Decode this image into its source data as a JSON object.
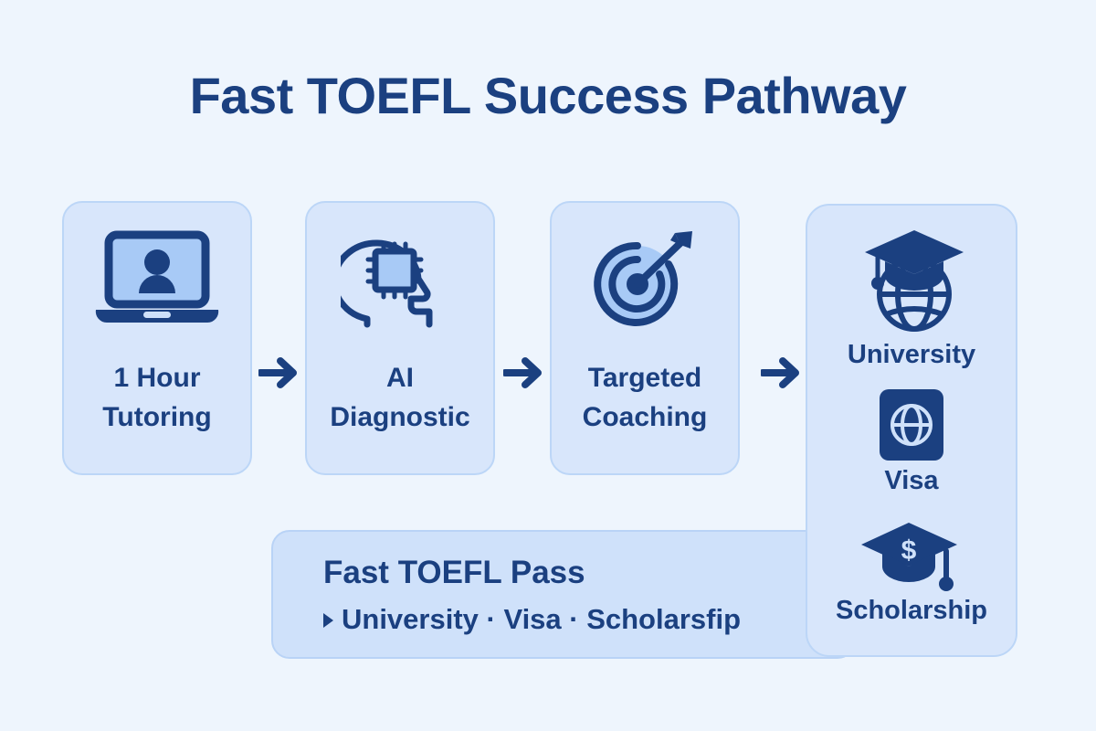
{
  "page": {
    "title": "Fast TOEFL Success Pathway",
    "background_color": "#eef5fd",
    "accent_navy": "#1b4080",
    "card_fill": "#d8e6fb",
    "banner_fill": "#cfe1fa",
    "icon_light": "#a8caf6"
  },
  "steps": [
    {
      "icon": "laptop-person-icon",
      "label_line1": "1 Hour",
      "label_line2": "Tutoring"
    },
    {
      "icon": "ai-brain-chip-icon",
      "label_line1": "AI",
      "label_line2": "Diagnostic"
    },
    {
      "icon": "target-arrow-icon",
      "label_line1": "Targeted",
      "label_line2": "Coaching"
    }
  ],
  "connectors": [
    {
      "icon": "arrow-right-icon"
    },
    {
      "icon": "arrow-right-icon"
    },
    {
      "icon": "arrow-right-icon"
    }
  ],
  "outcomes": [
    {
      "icon": "graduation-globe-icon",
      "label": "University"
    },
    {
      "icon": "passport-globe-icon",
      "label": "Visa"
    },
    {
      "icon": "graduation-dollar-icon",
      "label": "Scholarship"
    }
  ],
  "banner": {
    "title": "Fast TOEFL Pass",
    "bullet_icon": "triangle-bullet-icon",
    "subtitle": "University · Visa · Scholarsfip"
  }
}
